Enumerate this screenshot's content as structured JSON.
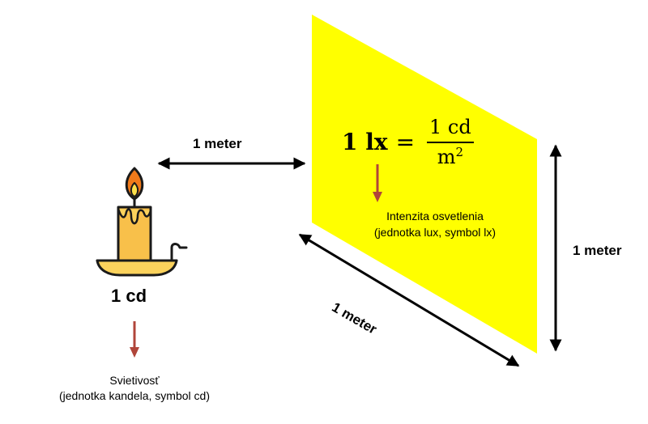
{
  "labels": {
    "distance_top": "1 meter",
    "height_right": "1 meter",
    "width_bottom": "1 meter",
    "source_value": "1 cd",
    "source_name": "Svietivosť",
    "source_unit": "(jednotka kandela, symbol cd)",
    "plane_name": "Intenzita osvetlenia",
    "plane_unit": "(jednotka lux, symbol lx)"
  },
  "formula": {
    "lhs": "1 lx",
    "equals": "=",
    "numerator": "1 cd",
    "denominator_base": "m",
    "denominator_exp": "2"
  },
  "colors": {
    "plane": "#ffff00",
    "down_arrow": "#b0453a",
    "candle_body": "#f8c04a",
    "candle_holder": "#fbd25c",
    "flame_outer": "#f07a1a",
    "flame_inner": "#fde04a"
  },
  "icons": {
    "source": "candle-icon"
  }
}
